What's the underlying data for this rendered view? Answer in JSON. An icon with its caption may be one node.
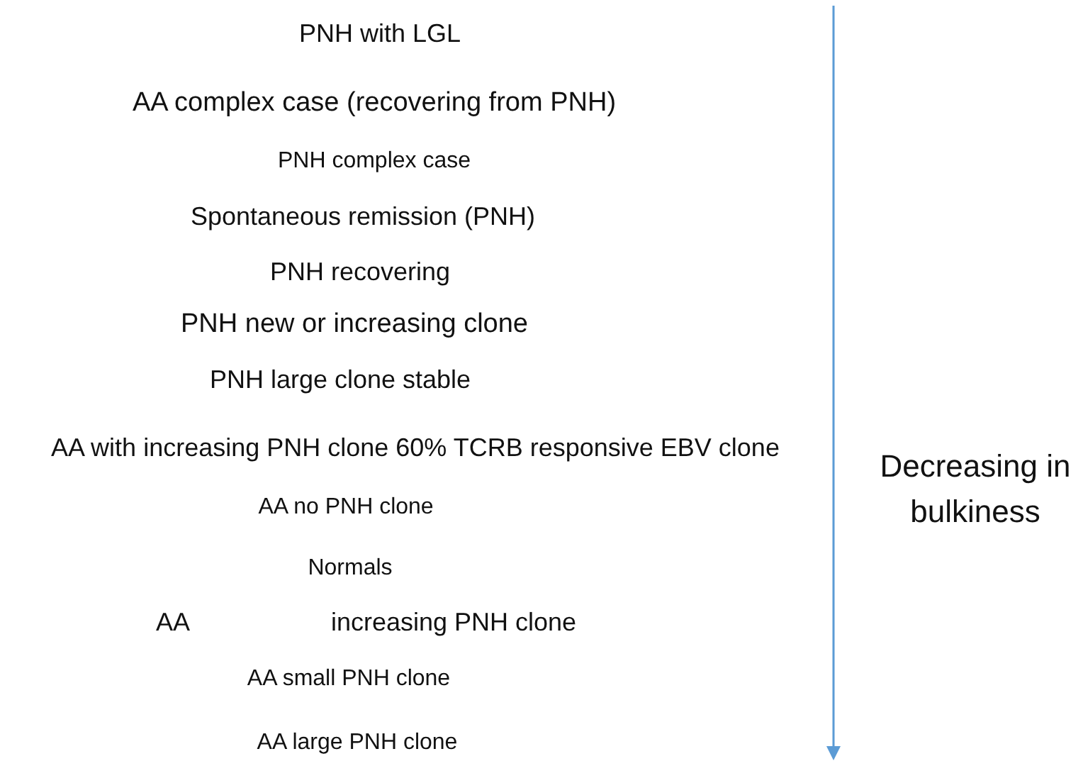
{
  "diagram": {
    "labels": [
      "PNH with LGL",
      "AA complex case (recovering from PNH)",
      "PNH complex case",
      "Spontaneous remission (PNH)",
      "PNH recovering",
      "PNH new or increasing clone",
      "PNH large clone stable",
      "AA with increasing PNH clone 60% TCRB responsive EBV clone",
      "AA no PNH clone",
      "Normals",
      "AA",
      "increasing PNH clone",
      "AA small PNH clone",
      "AA large PNH clone",
      "Decreasing in bulkiness"
    ]
  }
}
